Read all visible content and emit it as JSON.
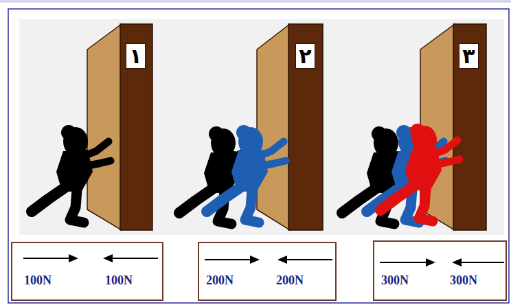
{
  "diagram": {
    "nodes": [
      {
        "text": [
          "۱"
        ]
      },
      {
        "text": [
          "۲"
        ]
      },
      {
        "text": [
          "۳"
        ]
      },
      {
        "text": [
          "100N",
          "100N"
        ]
      },
      {
        "text": [
          "200N",
          "200N"
        ]
      },
      {
        "text": [
          "300N",
          "300N"
        ]
      }
    ]
  }
}
